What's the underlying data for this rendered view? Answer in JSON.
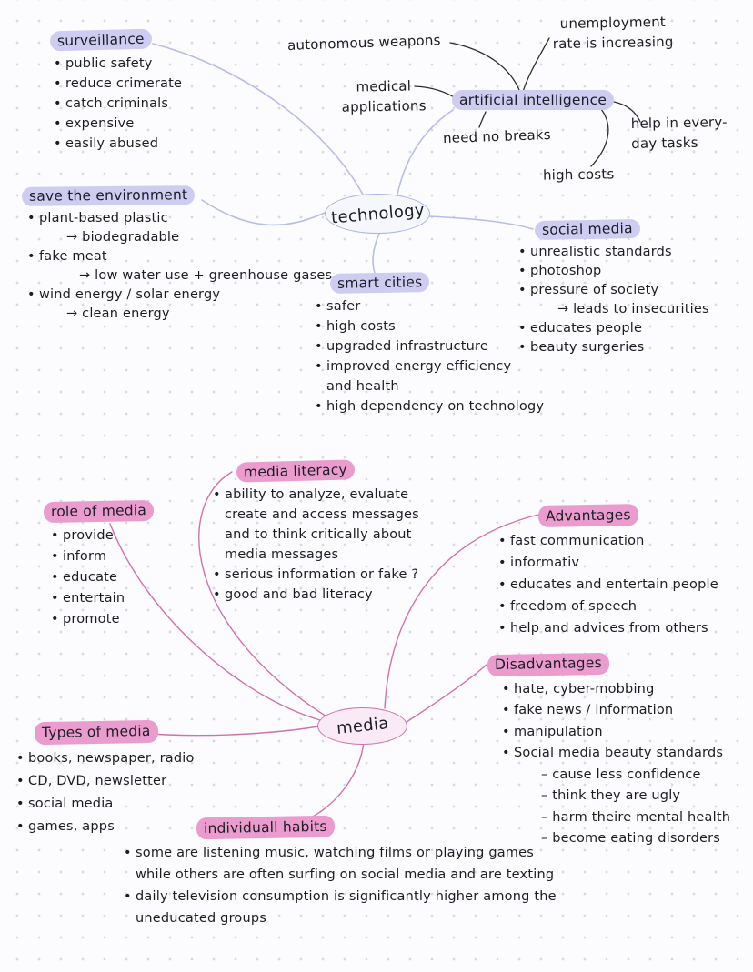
{
  "palette": {
    "paper": "#fcfcfe",
    "dot": "#d9d9e3",
    "ink": "#1c1c25",
    "lavender_highlight": "#cfccf1",
    "lavender_line": "#b7bde9",
    "lavender_ellipse": "#a9b2e4",
    "pink_highlight": "#eb9ccf",
    "pink_line": "#cf72ad"
  },
  "technology_map": {
    "center_label": "technology",
    "surveillance": {
      "label": "surveillance",
      "items": [
        "public safety",
        "reduce crimerate",
        "catch criminals",
        "expensive",
        "easily abused"
      ]
    },
    "autonomous_weapons": "autonomous weapons",
    "medical_applications": "medical applications",
    "ai": {
      "label": "artificial intelligence",
      "unemployment": "unemployment rate is increasing",
      "need_no_breaks": "need no breaks",
      "help": "help in every-day tasks",
      "high_costs": "high costs"
    },
    "save_environment": {
      "label": "save the environment",
      "items": [
        "plant-based plastic",
        "→ biodegradable",
        "fake meat",
        "→ low water use + greenhouse gases",
        "wind energy / solar energy",
        "→ clean energy"
      ]
    },
    "social_media": {
      "label": "social media",
      "items": [
        "unrealistic standards",
        "photoshop",
        "pressure of society",
        "→ leads to insecurities",
        "educates people",
        "beauty surgeries"
      ]
    },
    "smart_cities": {
      "label": "smart cities",
      "items": [
        "safer",
        "high costs",
        "upgraded infrastructure",
        "improved energy efficiency and health",
        "high dependency on technology"
      ]
    }
  },
  "media_map": {
    "center_label": "media",
    "media_literacy": {
      "label": "media literacy",
      "items": [
        "ability to analyze, evaluate create and access messages and to think critically about media messages",
        "serious information or fake ?",
        "good and bad literacy"
      ]
    },
    "role_of_media": {
      "label": "role of media",
      "items": [
        "provide",
        "inform",
        "educate",
        "entertain",
        "promote"
      ]
    },
    "advantages": {
      "label": "Advantages",
      "items": [
        "fast communication",
        "informativ",
        "educates and entertain people",
        "freedom of speech",
        "help and advices from others"
      ]
    },
    "disadvantages": {
      "label": "Disadvantages",
      "items": [
        "hate, cyber-mobbing",
        "fake news / information",
        "manipulation",
        "Social media beauty standards"
      ],
      "sub_items": [
        "– cause less confidence",
        "– think they are ugly",
        "– harm theire mental health",
        "– become eating disorders"
      ]
    },
    "types_of_media": {
      "label": "Types of media",
      "items": [
        "books, newspaper, radio",
        "CD, DVD, newsletter",
        "social media",
        "games, apps"
      ]
    },
    "individual_habits": {
      "label": "individuall habits",
      "items": [
        "some are listening music, watching films or playing games while others are often surfing on social media and are texting",
        "daily television consumption is significantly higher among the uneducated groups"
      ]
    }
  }
}
